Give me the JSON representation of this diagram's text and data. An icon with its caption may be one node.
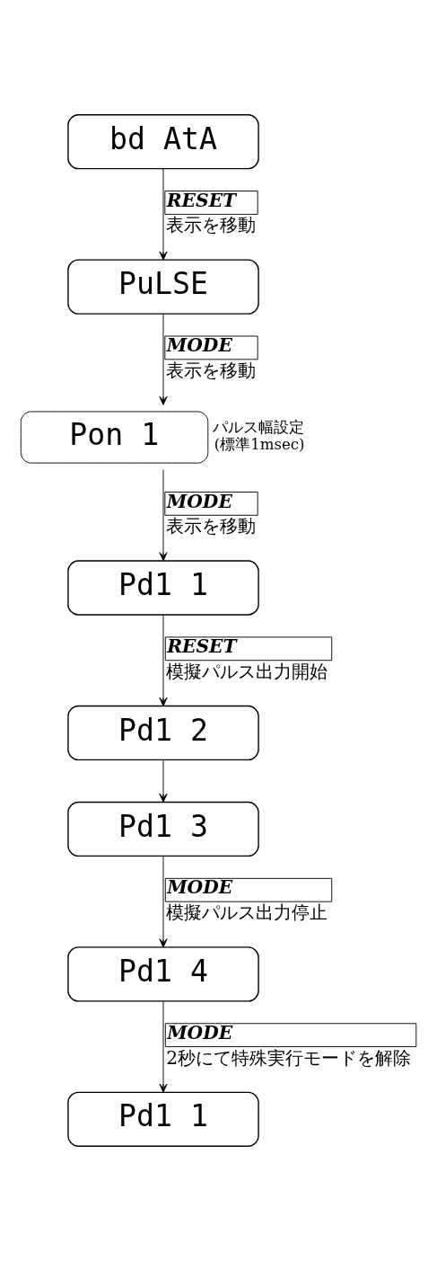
{
  "diagram": {
    "nodes": [
      {
        "text": [
          "bd AtA"
        ]
      },
      {
        "text": [
          "PuLSE"
        ]
      },
      {
        "text": [
          "Pon 1"
        ],
        "beside": [
          "パルス幅設定 (標準1msec)"
        ]
      },
      {
        "text": [
          "Pd1 1"
        ]
      },
      {
        "text": [
          "Pd1 2"
        ]
      },
      {
        "text": [
          "Pd1 3"
        ]
      },
      {
        "text": [
          "Pd1 4"
        ]
      },
      {
        "text": [
          "Pd1 1"
        ]
      }
    ],
    "edges": [
      {
        "from": 0,
        "to": 1,
        "arrow": "to",
        "label": "RESET 表示を移動"
      },
      {
        "from": 1,
        "to": 2,
        "arrow": "to",
        "label": "MODE 表示を移動"
      },
      {
        "from": 2,
        "to": 3,
        "arrow": "to",
        "label": "MODE 表示を移動"
      },
      {
        "from": 3,
        "to": 4,
        "arrow": "to",
        "label": "RESET 模擬パルス出力開始"
      },
      {
        "from": 4,
        "to": 5,
        "arrow": "to"
      },
      {
        "from": 5,
        "to": 6,
        "arrow": "to",
        "label": "MODE 模擬パルス出力停止"
      },
      {
        "from": 6,
        "to": 7,
        "arrow": "to",
        "label": "MODE 2秒にて特殊実行モードを解除"
      }
    ]
  }
}
